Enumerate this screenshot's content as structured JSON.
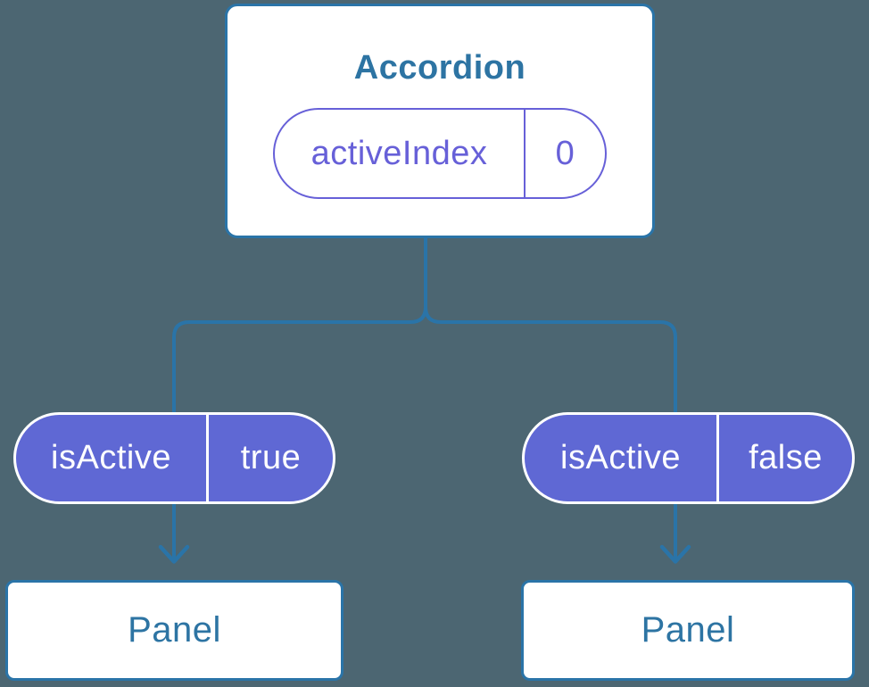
{
  "colors": {
    "background": "#4c6672",
    "connector_blue": "#2a74a8",
    "label_blue": "#2d74a3",
    "pill_purple_fill": "#5f68d4",
    "prop_purple": "#6760d8",
    "node_fill": "#ffffff",
    "pill_text_white": "#ffffff"
  },
  "tree": {
    "root": {
      "title": "Accordion",
      "state_pill": {
        "name": "activeIndex",
        "value": "0"
      }
    },
    "branches": [
      {
        "prop_pill": {
          "name": "isActive",
          "value": "true"
        },
        "child": {
          "title": "Panel"
        }
      },
      {
        "prop_pill": {
          "name": "isActive",
          "value": "false"
        },
        "child": {
          "title": "Panel"
        }
      }
    ]
  }
}
